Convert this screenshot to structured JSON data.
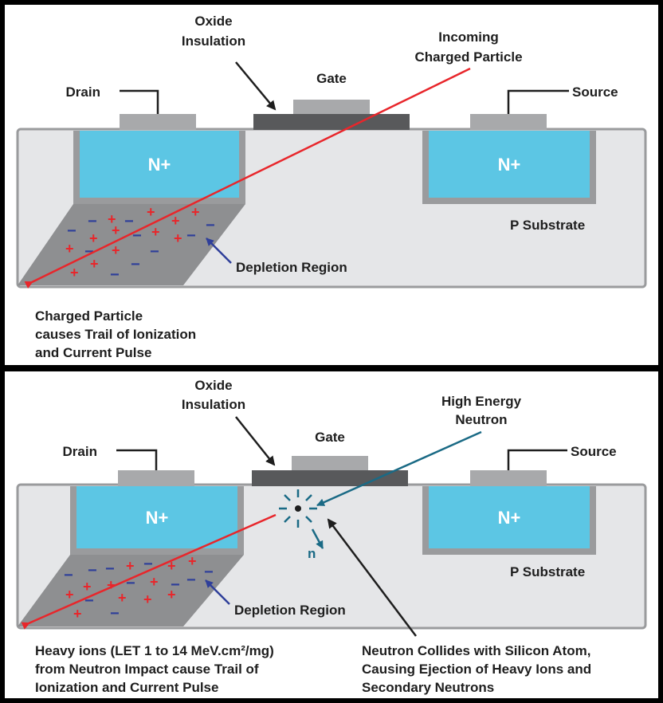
{
  "panel1": {
    "oxide": [
      "Oxide",
      "Insulation"
    ],
    "gate": "Gate",
    "drain": "Drain",
    "source": "Source",
    "particle": [
      "Incoming",
      "Charged Particle"
    ],
    "nplus": "N+",
    "substrate": "P Substrate",
    "depletion": "Depletion Region",
    "caption": [
      "Charged Particle",
      "causes Trail of Ionization",
      "and Current Pulse"
    ]
  },
  "panel2": {
    "oxide": [
      "Oxide",
      "Insulation"
    ],
    "gate": "Gate",
    "drain": "Drain",
    "source": "Source",
    "neutron": [
      "High Energy",
      "Neutron"
    ],
    "nplus": "N+",
    "n_symbol": "n",
    "substrate": "P Substrate",
    "depletion": "Depletion Region",
    "caption_left": [
      "Heavy ions (LET 1 to 14 MeV.cm²/mg)",
      "from Neutron Impact cause Trail of",
      "Ionization and Current Pulse"
    ],
    "caption_right": [
      "Neutron Collides with Silicon Atom,",
      "Causing Ejection of Heavy Ions and",
      "Secondary Neutrons"
    ]
  },
  "colors": {
    "substrate": "#e5e6e8",
    "substrate_outline": "#9a9b9d",
    "nplus": "#5cc6e4",
    "contact": "#a8a9ab",
    "oxide": "#58595b",
    "depletion": "#8e8f91",
    "particle": "#e8262b",
    "neutron": "#1a6a85",
    "pointer": "#2f3f9a"
  }
}
